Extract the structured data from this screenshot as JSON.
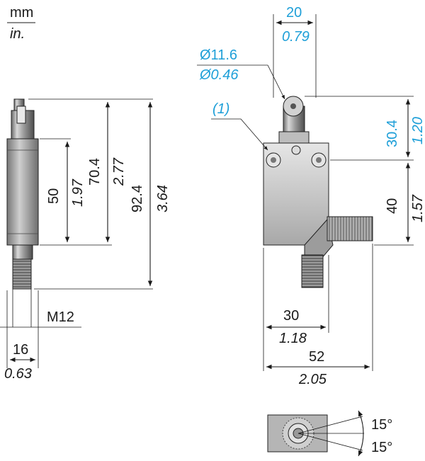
{
  "units": {
    "metric": "mm",
    "imperial": "in."
  },
  "side_view": {
    "d50": "50",
    "d50_in": "1.97",
    "d70": "70.4",
    "d70_in": "2.77",
    "d92": "92.4",
    "d92_in": "3.64",
    "thread": "M12",
    "width": "16",
    "width_in": "0.63"
  },
  "front_view": {
    "top_width": "20",
    "top_width_in": "0.79",
    "roller_dia": "Ø11.6",
    "roller_dia_in": "Ø0.46",
    "note": "(1)",
    "head": "30.4",
    "head_in": "1.20",
    "body": "40",
    "body_in": "1.57",
    "body_width": "30",
    "body_width_in": "1.18",
    "overall_width": "52",
    "overall_width_in": "2.05"
  },
  "top_view": {
    "angle_up": "15°",
    "angle_down": "15°"
  },
  "colors": {
    "accent": "#1e9fd8",
    "ink": "#1a1a1a"
  }
}
